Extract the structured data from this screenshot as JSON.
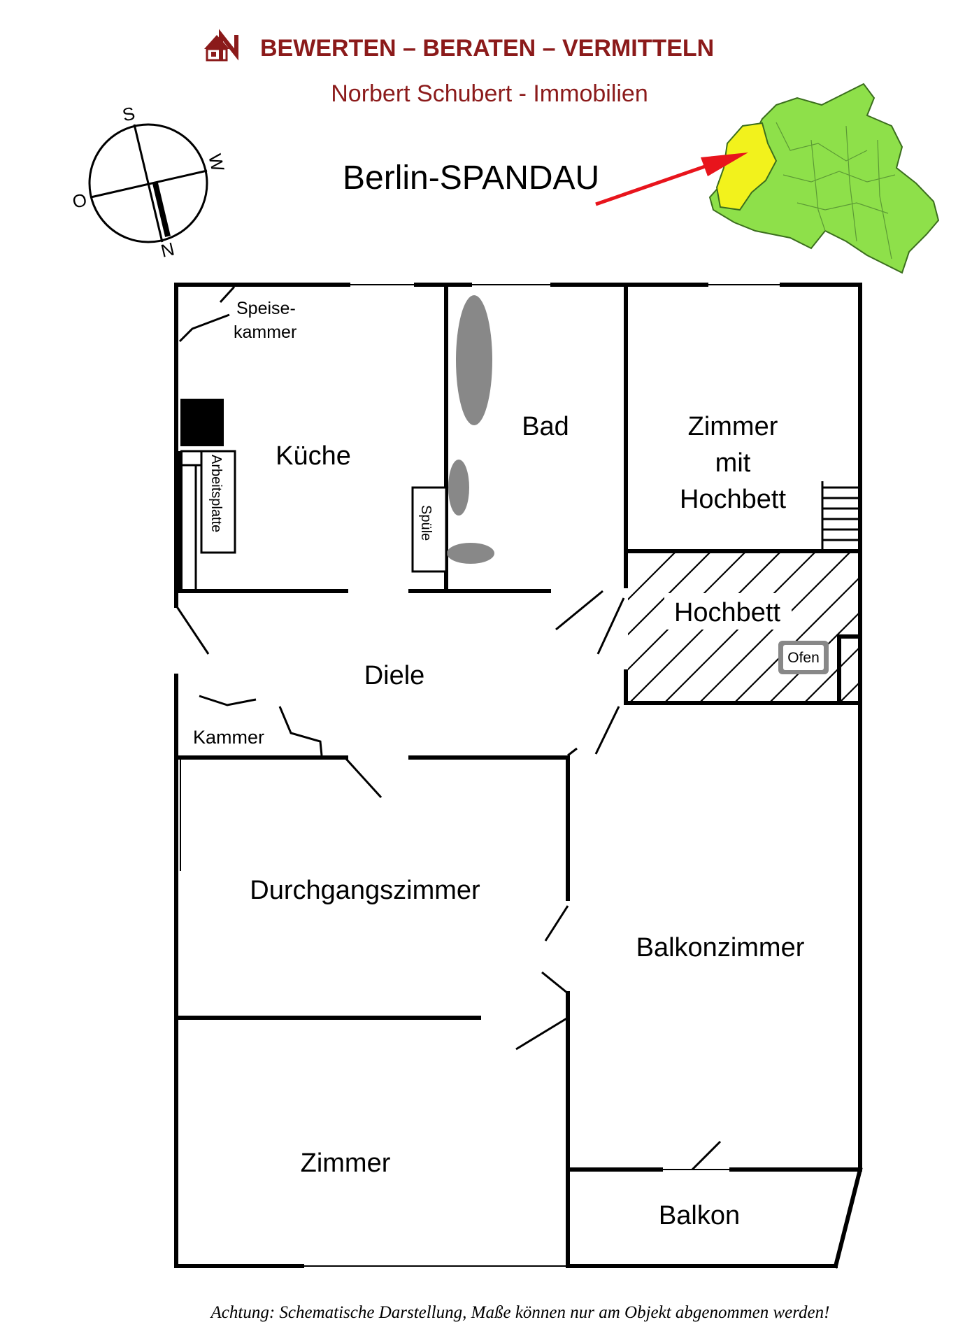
{
  "header": {
    "slogan": "BEWERTEN – BERATEN – VERMITTELN",
    "company": "Norbert Schubert - Immobilien",
    "location": "Berlin-SPANDAU"
  },
  "compass": {
    "top": "S",
    "right": "W",
    "left": "O",
    "bottom": "N"
  },
  "map": {
    "highlight_color": "#f2f21c",
    "base_color": "#8ee04a",
    "arrow_color": "#e8141c"
  },
  "rooms": {
    "speisekammer_1": "Speise-",
    "speisekammer_2": "kammer",
    "kueche": "Küche",
    "arbeitsplatte": "Arbeitsplatte",
    "bad": "Bad",
    "spuele": "Spüle",
    "zimmer_hochbett_1": "Zimmer",
    "zimmer_hochbett_2": "mit",
    "zimmer_hochbett_3": "Hochbett",
    "hochbett": "Hochbett",
    "ofen": "Ofen",
    "diele": "Diele",
    "kammer": "Kammer",
    "durchgangszimmer": "Durchgangszimmer",
    "balkonzimmer": "Balkonzimmer",
    "zimmer": "Zimmer",
    "balkon": "Balkon"
  },
  "footer": {
    "note": "Achtung: Schematische Darstellung, Maße können nur am Objekt abgenommen werden!"
  },
  "colors": {
    "brand": "#8b1a1a",
    "wall": "#000000",
    "fixture": "#888888"
  }
}
